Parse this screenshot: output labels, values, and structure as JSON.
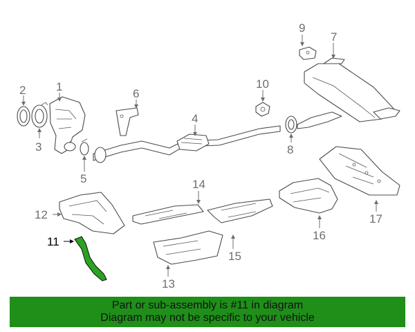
{
  "callouts": {
    "c1": "1",
    "c2": "2",
    "c3": "3",
    "c4": "4",
    "c5": "5",
    "c6": "6",
    "c7": "7",
    "c8": "8",
    "c9": "9",
    "c10": "10",
    "c11": "11",
    "c12": "12",
    "c13": "13",
    "c14": "14",
    "c15": "15",
    "c16": "16",
    "c17": "17"
  },
  "highlighted_part": "11",
  "colors": {
    "banner": "#1f8f1a",
    "highlight": "#2aa321",
    "callout": "#6e6e6e"
  },
  "banner": {
    "line1": "Part or sub-assembly is #11 in diagram",
    "line2": "Diagram may not be specific to your vehicle"
  }
}
